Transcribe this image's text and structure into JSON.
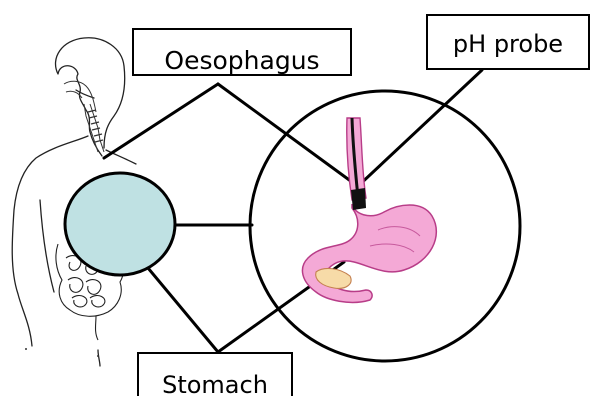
{
  "labels": {
    "oesophagus": "Oesophagus",
    "ph_probe": "pH probe",
    "stomach": "Stomach"
  },
  "colors": {
    "stomach_highlight": "#bfe1e3",
    "stomach_pink": "#f4a9d6",
    "stomach_outline": "#b83d88",
    "probe": "#111111",
    "outline": "#000000"
  }
}
